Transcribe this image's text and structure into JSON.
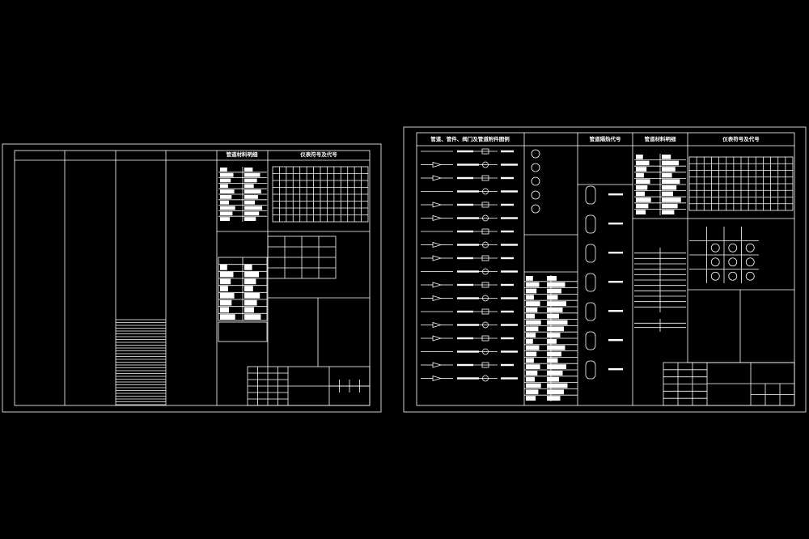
{
  "sheet_left": {
    "title_material": "管道材料明细",
    "title_symbols": "仪表符号及代号"
  },
  "sheet_right": {
    "header_main": "管道、管件、阀门及管道附件图例",
    "header_insulation": "管道隔热代号",
    "header_material": "管道材料明细",
    "header_symbols": "仪表符号及代号"
  },
  "colors": {
    "background": "#000000",
    "lines": "#ffffff"
  }
}
